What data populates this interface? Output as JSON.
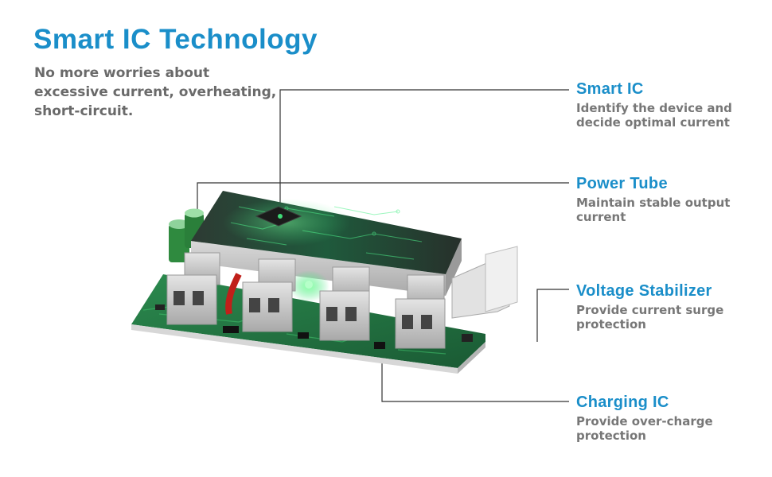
{
  "header": {
    "title": "Smart IC Technology",
    "subtitle_lines": [
      "No more worries about",
      "excessive current, overheating,",
      "short-circuit."
    ]
  },
  "features": [
    {
      "title": "Smart IC",
      "desc_lines": [
        "Identify the device and",
        "decide optimal current"
      ]
    },
    {
      "title": "Power Tube",
      "desc_lines": [
        "Maintain stable output",
        "current"
      ]
    },
    {
      "title": "Voltage Stabilizer",
      "desc_lines": [
        "Provide current surge",
        "protection"
      ]
    },
    {
      "title": "Charging IC",
      "desc_lines": [
        "Provide over-charge",
        "protection"
      ]
    }
  ],
  "colors": {
    "accent": "#1a8ec9",
    "text_gray": "#6a6a6a",
    "pcb_green": "#1e6a3c",
    "glow_green": "#39e07a"
  }
}
